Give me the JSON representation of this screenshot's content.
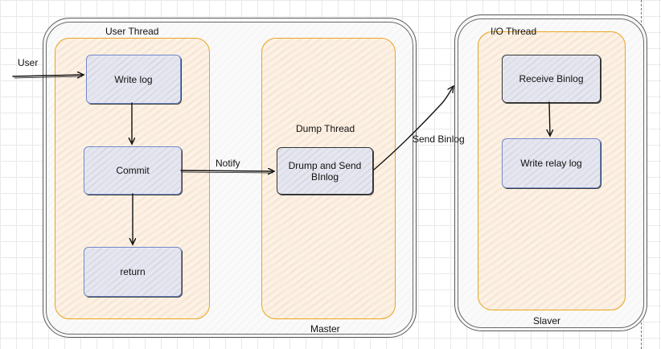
{
  "user_label": "User",
  "master": {
    "label": "Master",
    "user_thread": {
      "title": "User Thread",
      "steps": [
        "Write log",
        "Commit",
        "return"
      ]
    },
    "dump_thread": {
      "title": "Dump Thread",
      "node": "Drump and Send BInlog"
    },
    "notify_label": "Notify"
  },
  "send_label": "Send Binlog",
  "slaver": {
    "label": "Slaver",
    "io_thread": {
      "title": "I/O Thread",
      "steps": [
        "Receive Binlog",
        "Write relay log"
      ]
    }
  },
  "colors": {
    "lane_border": "#e8a520",
    "lane_fill": "#fde9d4",
    "node_border": "#6f87c8",
    "node_fill": "#e1e6f5",
    "outer_border": "#5a5a5a"
  }
}
